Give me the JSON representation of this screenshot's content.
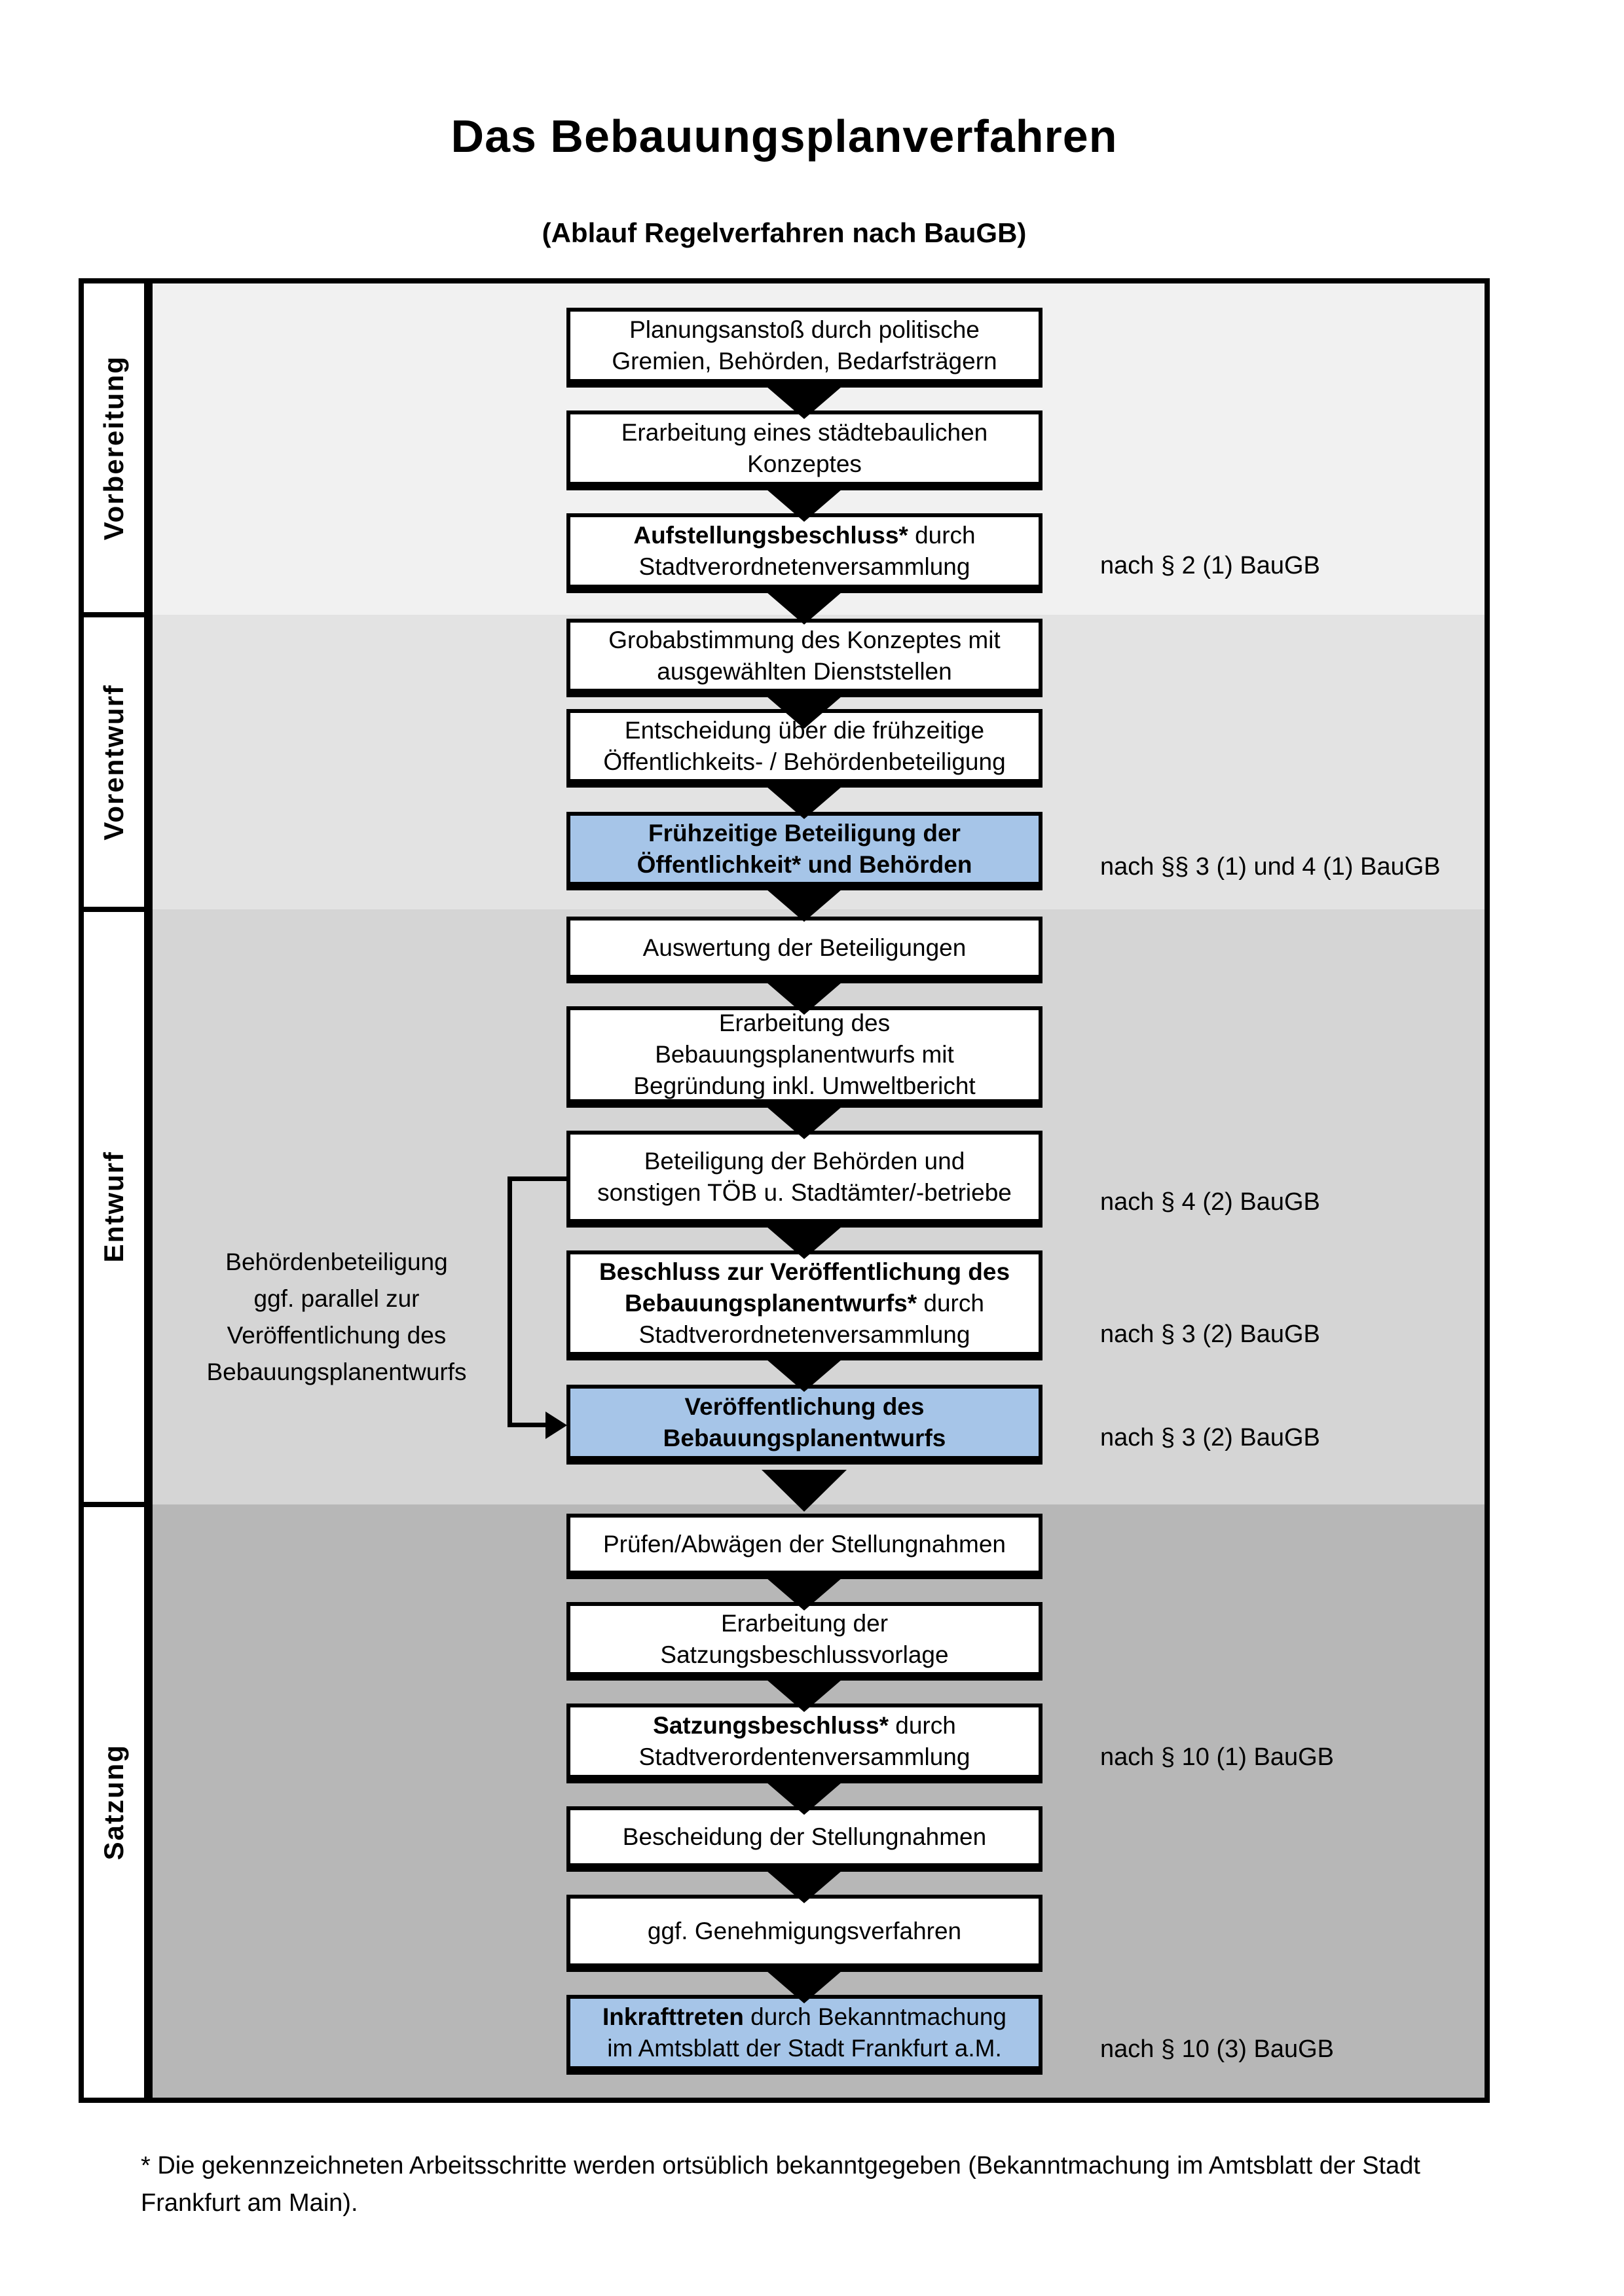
{
  "page": {
    "title": "Das Bebauungsplanverfahren",
    "subtitle": "(Ablauf Regelverfahren nach BauGB)"
  },
  "colors": {
    "highlight_box": "#a6c5e8",
    "band_vorbereitung": "#f1f1f1",
    "band_vorentwurf": "#e3e3e3",
    "band_entwurf": "#d5d5d5",
    "band_satzung": "#b7b7b7",
    "box_border": "#000000"
  },
  "phases": [
    {
      "label": "Vorbereitung"
    },
    {
      "label": "Vorentwurf"
    },
    {
      "label": "Entwurf"
    },
    {
      "label": "Satzung"
    }
  ],
  "boxes": [
    {
      "highlight": false,
      "lines": [
        [
          {
            "t": "Planungsanstoß durch politische",
            "b": 0
          }
        ],
        [
          {
            "t": "Gremien, Behörden, Bedarfsträgern",
            "b": 0
          }
        ]
      ]
    },
    {
      "highlight": false,
      "lines": [
        [
          {
            "t": "Erarbeitung eines städtebaulichen",
            "b": 0
          }
        ],
        [
          {
            "t": "Konzeptes",
            "b": 0
          }
        ]
      ]
    },
    {
      "highlight": false,
      "lines": [
        [
          {
            "t": "Aufstellungsbeschluss*",
            "b": 1
          },
          {
            "t": " durch",
            "b": 0
          }
        ],
        [
          {
            "t": "Stadtverordnetenversammlung",
            "b": 0
          }
        ]
      ]
    },
    {
      "highlight": false,
      "lines": [
        [
          {
            "t": "Grobabstimmung des Konzeptes mit",
            "b": 0
          }
        ],
        [
          {
            "t": "ausgewählten Dienststellen",
            "b": 0
          }
        ]
      ]
    },
    {
      "highlight": false,
      "lines": [
        [
          {
            "t": "Entscheidung über die frühzeitige",
            "b": 0
          }
        ],
        [
          {
            "t": "Öffentlichkeits- / Behördenbeteiligung",
            "b": 0
          }
        ]
      ]
    },
    {
      "highlight": true,
      "lines": [
        [
          {
            "t": "Frühzeitige Beteiligung der",
            "b": 1
          }
        ],
        [
          {
            "t": "Öffentlichkeit* und Behörden",
            "b": 1
          }
        ]
      ]
    },
    {
      "highlight": false,
      "lines": [
        [
          {
            "t": "Auswertung der Beteiligungen",
            "b": 0
          }
        ]
      ]
    },
    {
      "highlight": false,
      "lines": [
        [
          {
            "t": "Erarbeitung des",
            "b": 0
          }
        ],
        [
          {
            "t": "Bebauungsplanentwurfs mit",
            "b": 0
          }
        ],
        [
          {
            "t": "Begründung inkl. Umweltbericht",
            "b": 0
          }
        ]
      ]
    },
    {
      "highlight": false,
      "lines": [
        [
          {
            "t": "Beteiligung der Behörden und",
            "b": 0
          }
        ],
        [
          {
            "t": "sonstigen TÖB u. Stadtämter/-betriebe",
            "b": 0
          }
        ]
      ]
    },
    {
      "highlight": false,
      "lines": [
        [
          {
            "t": "Beschluss zur Veröffentlichung des",
            "b": 1
          }
        ],
        [
          {
            "t": "Bebauungsplanentwurfs*",
            "b": 1
          },
          {
            "t": " durch",
            "b": 0
          }
        ],
        [
          {
            "t": "Stadtverordnetenversammlung",
            "b": 0
          }
        ]
      ]
    },
    {
      "highlight": true,
      "lines": [
        [
          {
            "t": "Veröffentlichung des",
            "b": 1
          }
        ],
        [
          {
            "t": "Bebauungsplanentwurfs",
            "b": 1
          }
        ]
      ]
    },
    {
      "highlight": false,
      "lines": [
        [
          {
            "t": "Prüfen/Abwägen der Stellungnahmen",
            "b": 0
          }
        ]
      ]
    },
    {
      "highlight": false,
      "lines": [
        [
          {
            "t": "Erarbeitung der",
            "b": 0
          }
        ],
        [
          {
            "t": "Satzungsbeschlussvorlage",
            "b": 0
          }
        ]
      ]
    },
    {
      "highlight": false,
      "lines": [
        [
          {
            "t": "Satzungsbeschluss*",
            "b": 1
          },
          {
            "t": " durch",
            "b": 0
          }
        ],
        [
          {
            "t": "Stadtverordentenversammlung",
            "b": 0
          }
        ]
      ]
    },
    {
      "highlight": false,
      "lines": [
        [
          {
            "t": "Bescheidung der Stellungnahmen",
            "b": 0
          }
        ]
      ]
    },
    {
      "highlight": false,
      "lines": [
        [
          {
            "t": "ggf. Genehmigungsverfahren",
            "b": 0
          }
        ]
      ]
    },
    {
      "highlight": true,
      "lines": [
        [
          {
            "t": "Inkrafttreten",
            "b": 1
          },
          {
            "t": " durch Bekanntmachung",
            "b": 0
          }
        ],
        [
          {
            "t": "im Amtsblatt der Stadt Frankfurt a.M.",
            "b": 0
          }
        ]
      ]
    }
  ],
  "annotations": [
    {
      "text": "nach § 2 (1) BauGB"
    },
    {
      "text": "nach §§ 3 (1) und 4 (1) BauGB"
    },
    {
      "text": "nach § 4 (2) BauGB"
    },
    {
      "text": "nach § 3 (2) BauGB"
    },
    {
      "text": "nach § 3 (2) BauGB"
    },
    {
      "text": "nach § 10 (1) BauGB"
    },
    {
      "text": "nach § 10 (3) BauGB"
    }
  ],
  "side_note": {
    "lines": [
      "Behördenbeteiligung",
      "ggf. parallel zur",
      "Veröffentlichung des",
      "Bebauungsplanentwurfs"
    ]
  },
  "footnote": {
    "lines": [
      "* Die gekennzeichneten Arbeitsschritte werden ortsüblich bekanntgegeben (Bekanntmachung im Amtsblatt  der Stadt",
      "Frankfurt am Main)."
    ]
  }
}
